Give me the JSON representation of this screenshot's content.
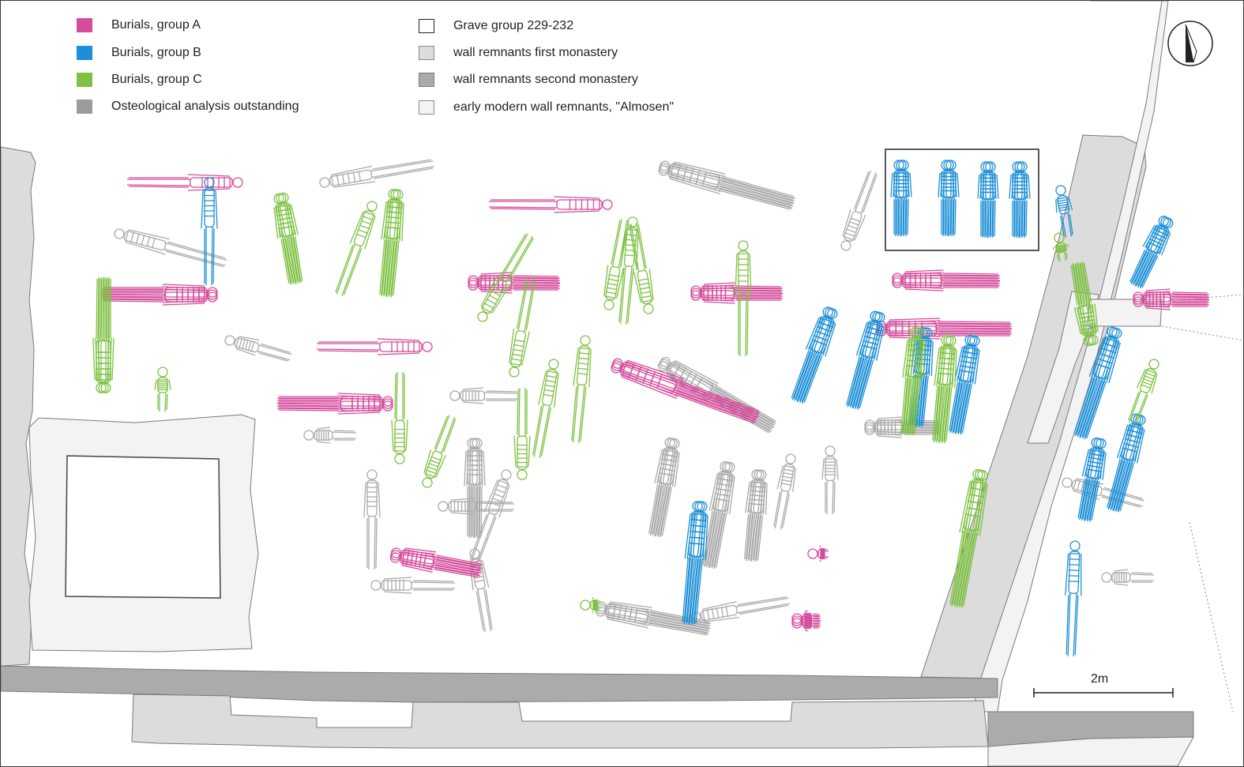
{
  "legend": {
    "left": [
      {
        "label": "Burials, group A",
        "color": "#d54c9c",
        "border": "#d54c9c"
      },
      {
        "label": "Burials, group B",
        "color": "#1d8fd6",
        "border": "#1d8fd6"
      },
      {
        "label": "Burials, group C",
        "color": "#7ec143",
        "border": "#7ec143"
      },
      {
        "label": "Osteological analysis outstanding",
        "color": "#9b9b9b",
        "border": "#9b9b9b"
      }
    ],
    "right": [
      {
        "label": "Grave group 229-232",
        "color": "#ffffff",
        "border": "#222222"
      },
      {
        "label": "wall remnants first monastery",
        "color": "#dcdcdc",
        "border": "#8a8a8a"
      },
      {
        "label": "wall remnants second monastery",
        "color": "#ababab",
        "border": "#7a7a7a"
      },
      {
        "label": "early modern wall remnants, \"Almosen\"",
        "color": "#f3f3f3",
        "border": "#8a8a8a"
      }
    ]
  },
  "scale_bar": {
    "label": "2m"
  },
  "colors": {
    "group_a": "#d54c9c",
    "group_b": "#1d8fd6",
    "group_c": "#7ec143",
    "outstanding": "#aaaaaa",
    "wall_first": "#dcdcdc",
    "wall_second": "#ababab",
    "wall_early_modern": "#f3f3f3",
    "outline": "#7a7a7a"
  },
  "icons": {
    "north_arrow": "north-arrow-icon"
  }
}
